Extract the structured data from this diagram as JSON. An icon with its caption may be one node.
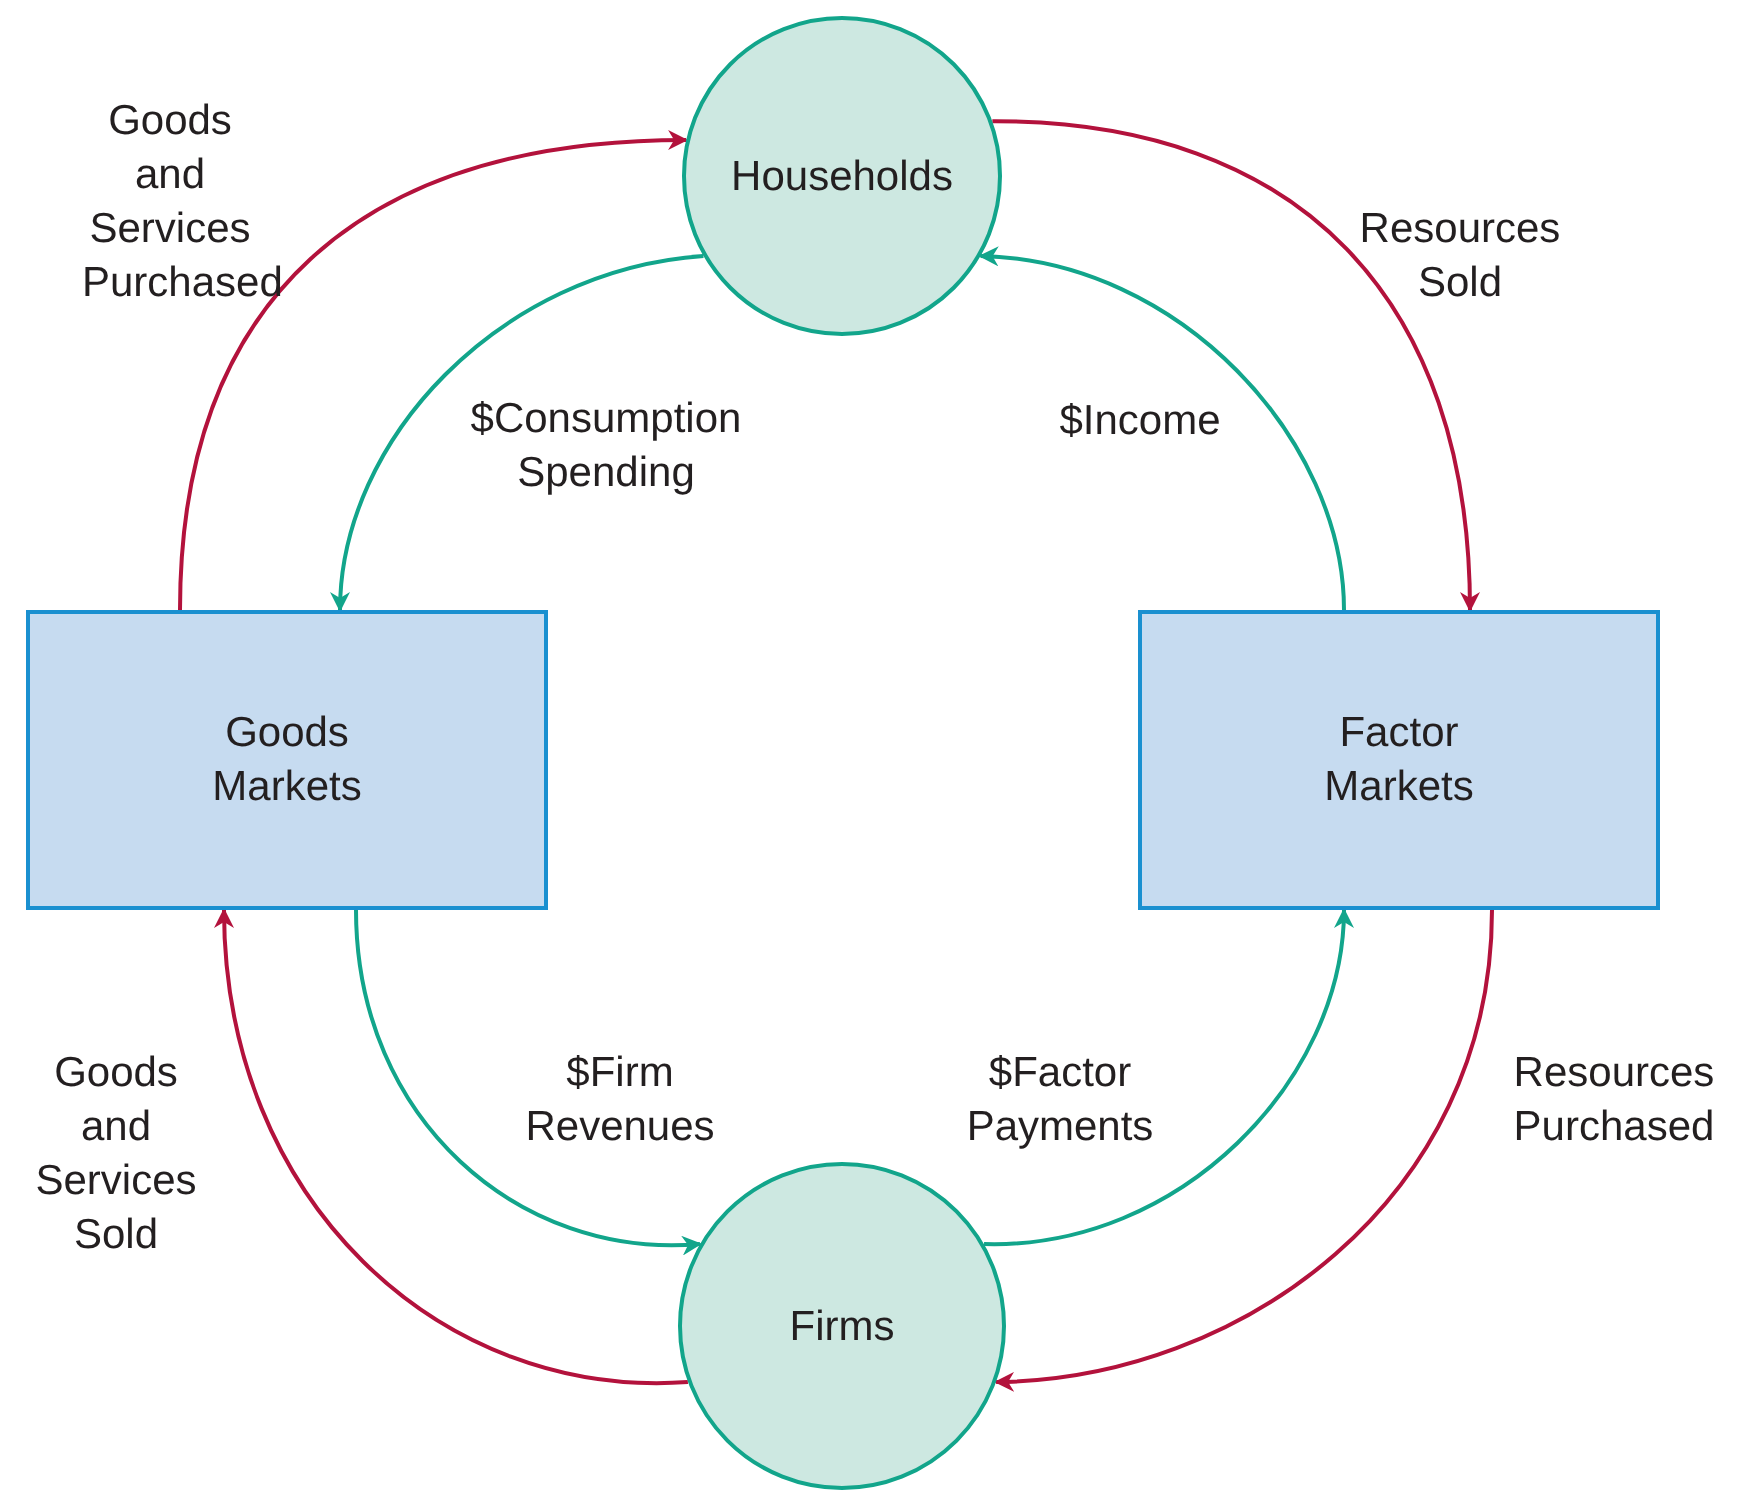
{
  "diagram": {
    "nodes": [
      {
        "text": [
          "Households"
        ]
      },
      {
        "text": [
          "Goods Markets"
        ]
      },
      {
        "text": [
          "Factor Markets"
        ]
      },
      {
        "text": [
          "Firms"
        ]
      }
    ],
    "edges": [
      {
        "from": 1,
        "to": 0,
        "arrow": "to",
        "label": "Goods and Services Purchased",
        "color": "#b3123c"
      },
      {
        "from": 0,
        "to": 2,
        "arrow": "to",
        "label": "Resources Sold",
        "color": "#b3123c"
      },
      {
        "from": 0,
        "to": 1,
        "arrow": "to",
        "label": "$Consumption Spending",
        "color": "#12a58b"
      },
      {
        "from": 2,
        "to": 0,
        "arrow": "to",
        "label": "$Income",
        "color": "#12a58b"
      },
      {
        "from": 1,
        "to": 3,
        "arrow": "to",
        "label": "$Firm Revenues",
        "color": "#12a58b"
      },
      {
        "from": 3,
        "to": 2,
        "arrow": "to",
        "label": "$Factor Payments",
        "color": "#12a58b"
      },
      {
        "from": 2,
        "to": 3,
        "arrow": "to",
        "label": "Resources Purchased",
        "color": "#b3123c"
      },
      {
        "from": 3,
        "to": 1,
        "arrow": "to",
        "label": "Goods and Services Sold",
        "color": "#b3123c"
      }
    ]
  }
}
